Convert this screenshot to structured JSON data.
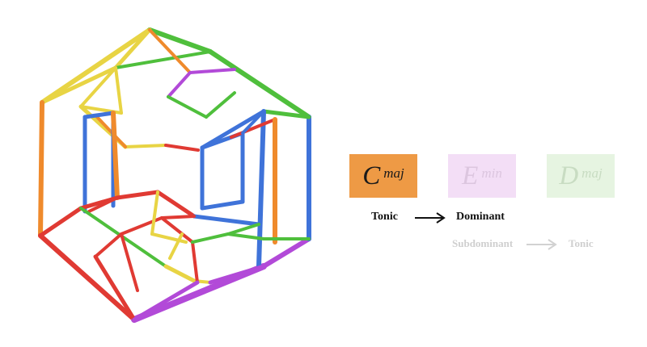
{
  "colors": {
    "orange": "#ef8a2c",
    "red": "#e03a33",
    "green": "#4fbf3c",
    "blue": "#3f73d9",
    "yellow": "#e8d444",
    "purple": "#b24ad8",
    "faded_orange_bg": "#ee9a45",
    "faded_purple_bg": "#f3def6",
    "faded_green_bg": "#e6f4e1"
  },
  "chords": [
    {
      "root": "C",
      "quality": "maj",
      "state": "active"
    },
    {
      "root": "E",
      "quality": "min",
      "state": "faded"
    },
    {
      "root": "D",
      "quality": "maj",
      "state": "faded"
    }
  ],
  "progression_row_1": {
    "from": "Tonic",
    "to": "Dominant",
    "state": "active"
  },
  "progression_row_2": {
    "from": "Subdominant",
    "to": "Tonic",
    "state": "faded"
  }
}
